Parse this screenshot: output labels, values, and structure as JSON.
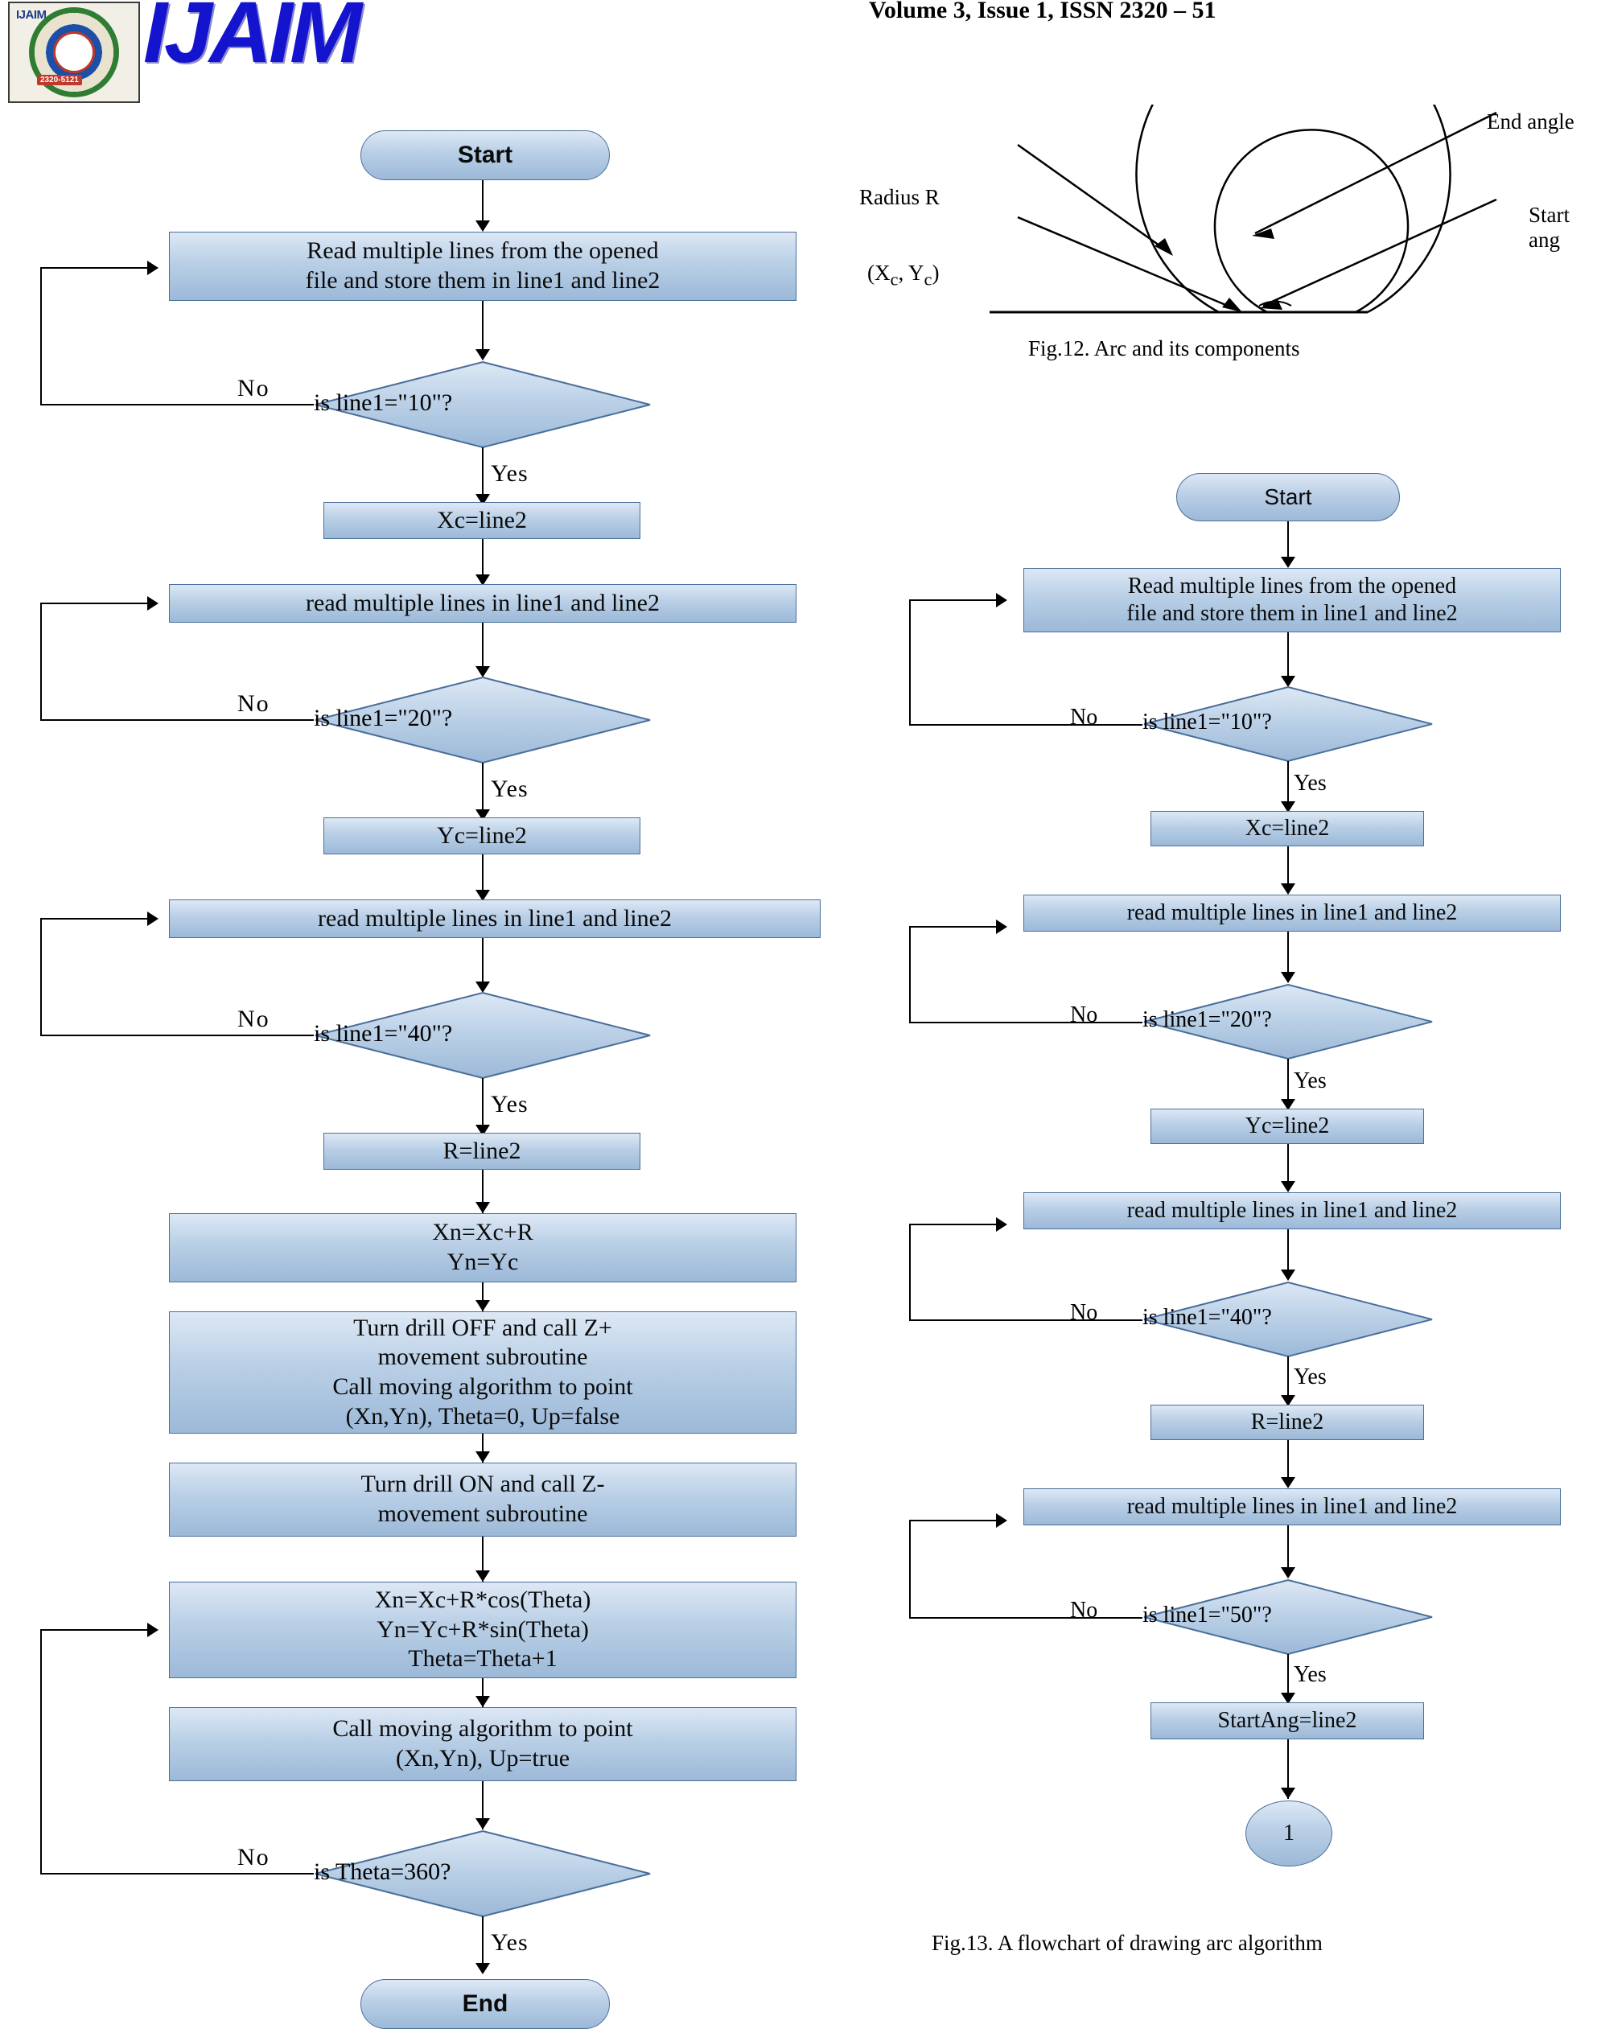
{
  "header": {
    "logo_alt": "IJAIM seal",
    "logo_tag_top": "IJAIM",
    "logo_tag_bottom": "2320-5121",
    "wordmark": "IJAIM",
    "issue_line": "Volume 3, Issue 1, ISSN 2320 – 51"
  },
  "figures": {
    "fig12": {
      "caption": "Fig.12. Arc and its components",
      "labels": {
        "radius": "Radius R",
        "center": "(Xc, Yc)",
        "end_angle": "End angle",
        "start_angle": "Start ang"
      }
    },
    "fig13": {
      "caption": "Fig.13. A flowchart of drawing arc algorithm"
    }
  },
  "left_flowchart": {
    "nodes": [
      {
        "id": "start",
        "type": "terminator",
        "text": "Start"
      },
      {
        "id": "read1",
        "type": "process",
        "text": "Read multiple lines from the opened file and store them in line1 and line2"
      },
      {
        "id": "dec10",
        "type": "decision",
        "text": "is line1=\"10\"?"
      },
      {
        "id": "xc",
        "type": "process",
        "text": "Xc=line2"
      },
      {
        "id": "read2",
        "type": "process",
        "text": "read multiple lines in line1 and line2"
      },
      {
        "id": "dec20",
        "type": "decision",
        "text": "is line1=\"20\"?"
      },
      {
        "id": "yc",
        "type": "process",
        "text": "Yc=line2"
      },
      {
        "id": "read3",
        "type": "process",
        "text": "read multiple lines in line1 and line2"
      },
      {
        "id": "dec40",
        "type": "decision",
        "text": "is line1=\"40\"?"
      },
      {
        "id": "r",
        "type": "process",
        "text": "R=line2"
      },
      {
        "id": "xnyn",
        "type": "process",
        "text": "Xn=Xc+R\nYn=Yc"
      },
      {
        "id": "drilloff",
        "type": "process",
        "text": "Turn drill OFF and call Z+ movement subroutine\nCall moving algorithm to point (Xn,Yn), Theta=0, Up=false"
      },
      {
        "id": "drillon",
        "type": "process",
        "text": "Turn drill ON and call Z- movement subroutine"
      },
      {
        "id": "theta",
        "type": "process",
        "text": "Xn=Xc+R*cos(Theta)\nYn=Yc+R*sin(Theta)\nTheta=Theta+1"
      },
      {
        "id": "callmove",
        "type": "process",
        "text": "Call moving algorithm to point (Xn,Yn), Up=true"
      },
      {
        "id": "dec360",
        "type": "decision",
        "text": "is Theta=360?"
      },
      {
        "id": "end",
        "type": "terminator",
        "text": "End"
      }
    ],
    "edge_labels": {
      "no1": "No",
      "yes1": "Yes",
      "no2": "No",
      "yes2": "Yes",
      "no3": "No",
      "yes3": "Yes",
      "no4": "No",
      "yes4": "Yes"
    }
  },
  "right_flowchart": {
    "nodes": [
      {
        "id": "start",
        "type": "terminator",
        "text": "Start"
      },
      {
        "id": "read1",
        "type": "process",
        "text": "Read multiple lines from the opened file and store them in line1 and line2"
      },
      {
        "id": "dec10",
        "type": "decision",
        "text": "is line1=\"10\"?"
      },
      {
        "id": "xc",
        "type": "process",
        "text": "Xc=line2"
      },
      {
        "id": "read2",
        "type": "process",
        "text": "read multiple lines in line1 and line2"
      },
      {
        "id": "dec20",
        "type": "decision",
        "text": "is line1=\"20\"?"
      },
      {
        "id": "yc",
        "type": "process",
        "text": "Yc=line2"
      },
      {
        "id": "read3",
        "type": "process",
        "text": "read multiple lines in line1 and line2"
      },
      {
        "id": "dec40",
        "type": "decision",
        "text": "is line1=\"40\"?"
      },
      {
        "id": "r",
        "type": "process",
        "text": "R=line2"
      },
      {
        "id": "read4",
        "type": "process",
        "text": "read multiple lines in line1 and line2"
      },
      {
        "id": "dec50",
        "type": "decision",
        "text": "is line1=\"50\"?"
      },
      {
        "id": "startang",
        "type": "process",
        "text": "StartAng=line2"
      },
      {
        "id": "connector",
        "type": "connector",
        "text": "1"
      }
    ],
    "edge_labels": {
      "no1": "No",
      "yes1": "Yes",
      "no2": "No",
      "yes2": "Yes",
      "no3": "No",
      "yes3": "Yes",
      "no4": "No",
      "yes4": "Yes"
    }
  }
}
